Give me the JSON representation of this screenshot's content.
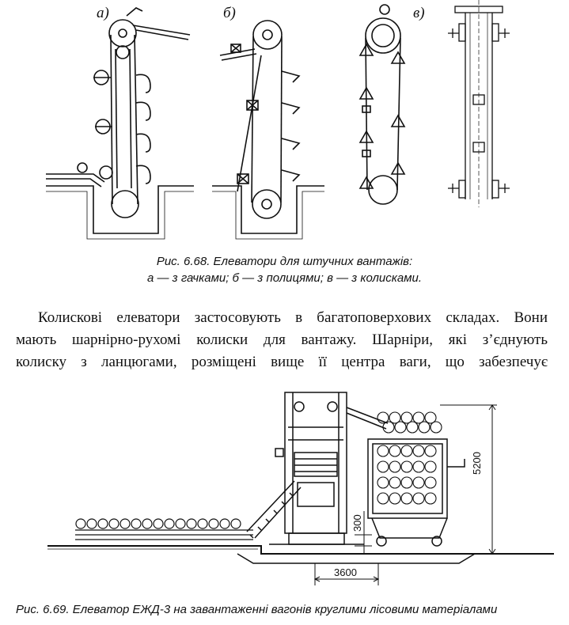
{
  "figure_668": {
    "panel_labels": [
      "а)",
      "б)",
      "в)"
    ],
    "caption_line1": "Рис. 6.68. Елеватори для штучних вантажів:",
    "caption_line2": "а — з гачками; б — з полицями; в — з колисками."
  },
  "paragraph": {
    "lines": [
      "Колискові елеватори застосовують в багатоповерхових складах. Вони",
      "мають шарнірно-рухомі колиски для вантажу. Шарніри, які з’єднують",
      "колиску з ланцюгами, розміщені вище її центра ваги, що забезпечує"
    ]
  },
  "figure_669": {
    "dim_height": "5200",
    "dim_step": "300",
    "dim_length": "3600",
    "caption": "Рис. 6.69. Елеватор ЕЖД-3 на завантаженні вагонів круглими лісовими матеріалами"
  }
}
